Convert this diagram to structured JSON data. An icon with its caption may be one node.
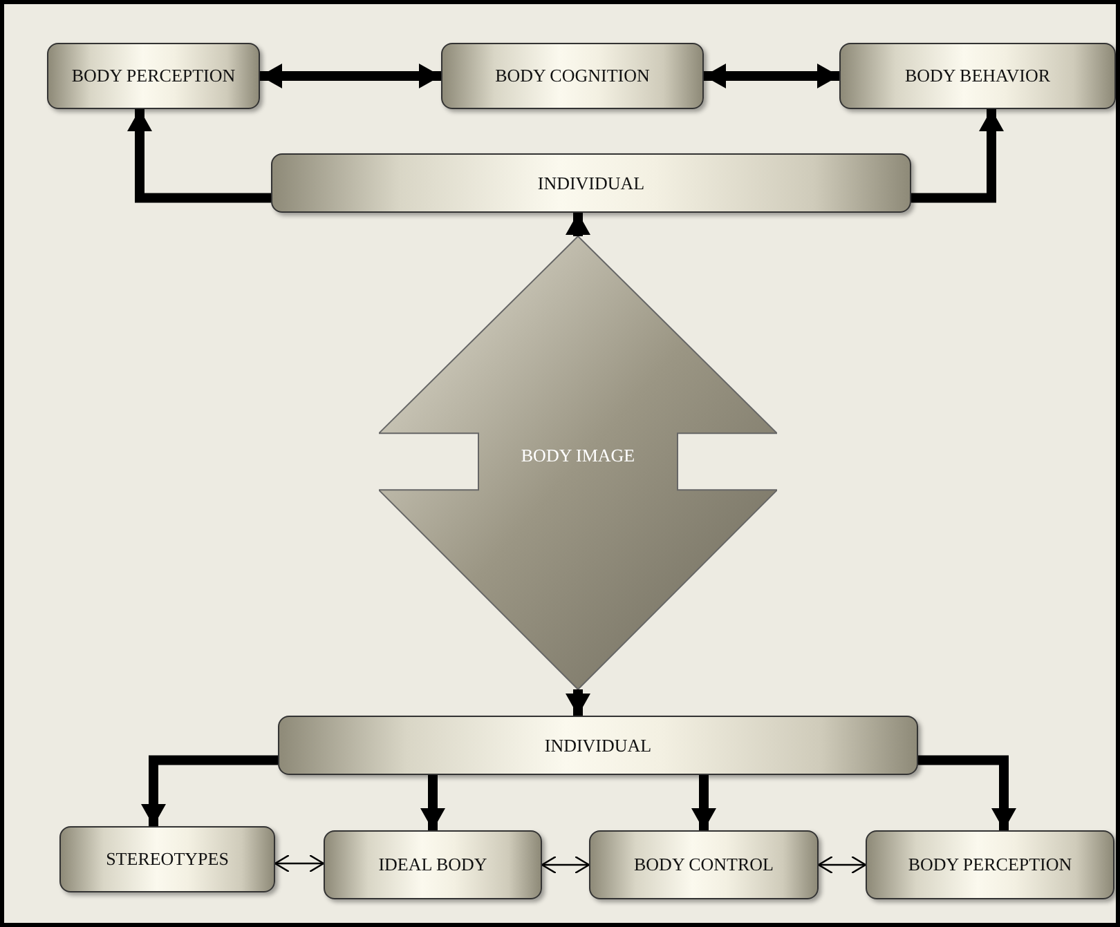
{
  "diagram": {
    "nodes": [
      {
        "text": [
          "BODY PERCEPTION"
        ]
      },
      {
        "text": [
          "BODY COGNITION"
        ]
      },
      {
        "text": [
          "BODY BEHAVIOR"
        ]
      },
      {
        "text": [
          "INDIVIDUAL"
        ]
      },
      {
        "text": [
          "BODY IMAGE"
        ]
      },
      {
        "text": [
          "INDIVIDUAL"
        ]
      },
      {
        "text": [
          "STEREOTYPES"
        ]
      },
      {
        "text": [
          "IDEAL BODY"
        ]
      },
      {
        "text": [
          "BODY CONTROL"
        ]
      },
      {
        "text": [
          "BODY PERCEPTION"
        ]
      }
    ],
    "edges": [
      {
        "from": 0,
        "to": 1,
        "arrow": "both"
      },
      {
        "from": 1,
        "to": 2,
        "arrow": "both"
      },
      {
        "from": 3,
        "to": 0,
        "arrow": "to"
      },
      {
        "from": 3,
        "to": 2,
        "arrow": "to"
      },
      {
        "from": 4,
        "to": 3,
        "arrow": "to"
      },
      {
        "from": 4,
        "to": 5,
        "arrow": "to"
      },
      {
        "from": 5,
        "to": 6,
        "arrow": "to"
      },
      {
        "from": 5,
        "to": 7,
        "arrow": "to"
      },
      {
        "from": 5,
        "to": 8,
        "arrow": "to"
      },
      {
        "from": 5,
        "to": 9,
        "arrow": "to"
      },
      {
        "from": 6,
        "to": 7,
        "arrow": "both"
      },
      {
        "from": 7,
        "to": 8,
        "arrow": "both"
      },
      {
        "from": 8,
        "to": 9,
        "arrow": "both"
      }
    ]
  }
}
